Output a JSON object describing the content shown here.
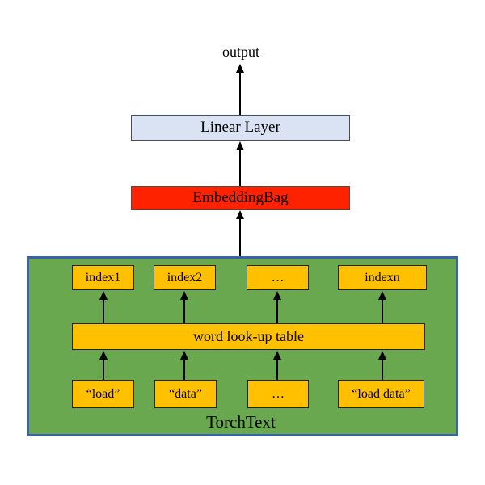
{
  "diagram": {
    "output_label": "output",
    "linear_layer_label": "Linear Layer",
    "embedding_bag_label": "EmbeddingBag",
    "container_label": "TorchText",
    "lookup_table_label": "word look-up table",
    "index_row": [
      "index1",
      "index2",
      "…",
      "indexn"
    ],
    "word_row": [
      "“load”",
      "“data”",
      "…",
      "“load data”"
    ],
    "colors": {
      "container_fill": "#6aa84f",
      "container_border": "#3a62a8",
      "gold_box_fill": "#ffc000",
      "embedding_fill": "#ff2200",
      "linear_fill": "#dae3f3",
      "arrow": "#000000"
    }
  }
}
